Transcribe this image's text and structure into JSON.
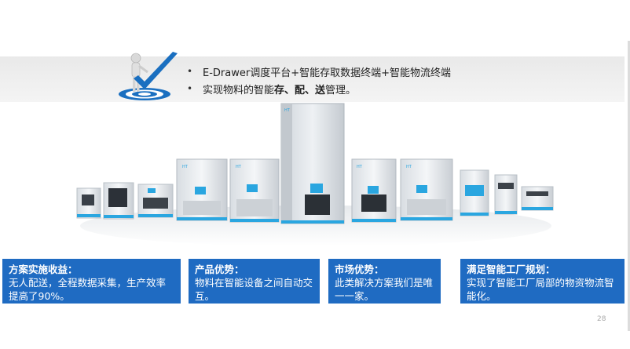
{
  "header": {
    "bullets": [
      {
        "text_plain": "E-Drawer调度平台+智能存取数据终端+智能物流终端"
      },
      {
        "text_plain_prefix": "实现物料的智能",
        "text_bold": "存、配、送",
        "text_plain_suffix": "管理。"
      }
    ]
  },
  "product_labels": {
    "brand": "HT"
  },
  "info_boxes": [
    {
      "title": "方案实施收益：",
      "body": "无人配送，全程数据采集，生产效率提高了90%。"
    },
    {
      "title": "产品优势：",
      "body": "物料在智能设备之间自动交互。"
    },
    {
      "title": "市场优势：",
      "body": "此类解决方案我们是唯一一家。"
    },
    {
      "title": "满足智能工厂规划：",
      "body": "实现了智能工厂局部的物资物流智能化。"
    }
  ],
  "page_number": "28",
  "colors": {
    "box_blue": "#1f6bc2",
    "accent_blue": "#2aa6e0",
    "check_blue": "#1a6fc0"
  }
}
